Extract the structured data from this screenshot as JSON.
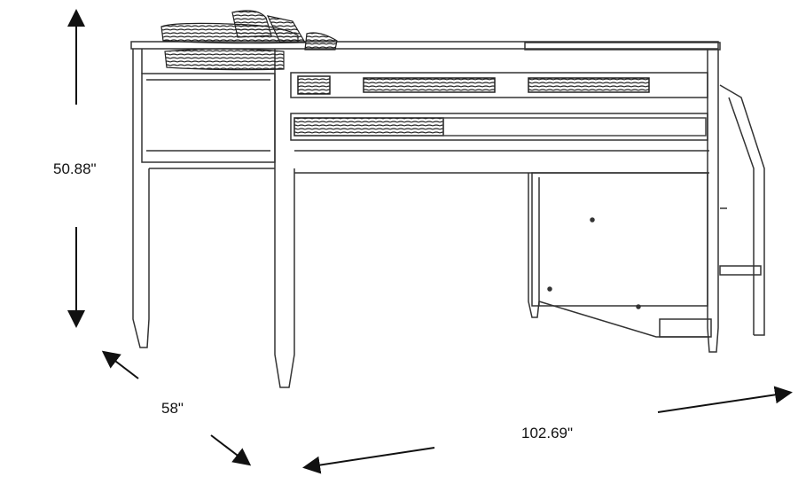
{
  "dimensions": {
    "height": "50.88\"",
    "depth": "58\"",
    "width": "102.69\""
  },
  "colors": {
    "line": "#333333",
    "arrow": "#111111",
    "shade": "#555555"
  },
  "icons": {
    "height_arrow": "double-vertical-arrow",
    "depth_arrow": "diagonal-arrow",
    "width_arrow": "long-diagonal-arrow"
  }
}
